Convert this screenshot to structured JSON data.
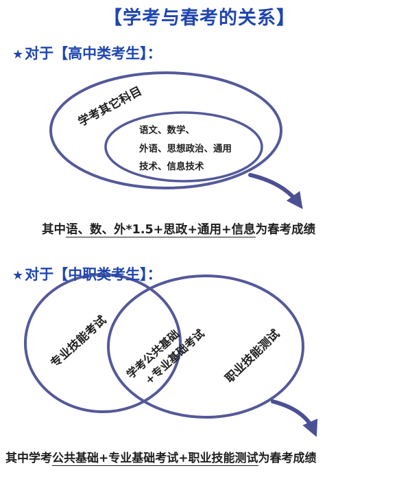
{
  "title": "【学考与春考的关系】",
  "section1": {
    "heading_star": "★",
    "heading": "对于【高中类考生】：",
    "outer_label": "学考其它科目",
    "inner_lines": [
      "语文、数学、",
      "外语、思想政治、通用",
      "技术、信息技术"
    ],
    "summary_prefix": "其中",
    "summary_underlined": "语、数、外*1.5+思政+通用+信息",
    "summary_suffix": "为春考成绩"
  },
  "section2": {
    "heading_star": "★",
    "heading": "对于【中职类考生】：",
    "left_label": "专业技能考试",
    "middle_lines": [
      "学考公共基础",
      "+专业基础考试"
    ],
    "right_label": "职业技能测试",
    "summary_prefix": "其中学考",
    "summary_underlined": "公共基础+专业基础考试+职业技能测试",
    "summary_suffix": "为春考成绩"
  },
  "colors": {
    "accent": "#1f45b0",
    "circle_stroke": "#54599a",
    "arrow": "#4b5094"
  }
}
